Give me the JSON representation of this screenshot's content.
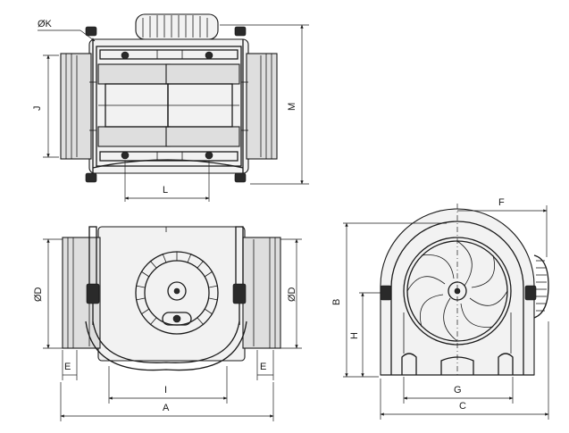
{
  "labels": {
    "K": "ØK",
    "J": "J",
    "L": "L",
    "M": "M",
    "D_left": "ØD",
    "D_right": "ØD",
    "E_left": "E",
    "E_right": "E",
    "I": "I",
    "A": "A",
    "F": "F",
    "B": "B",
    "H": "H",
    "G": "G",
    "C": "C"
  }
}
